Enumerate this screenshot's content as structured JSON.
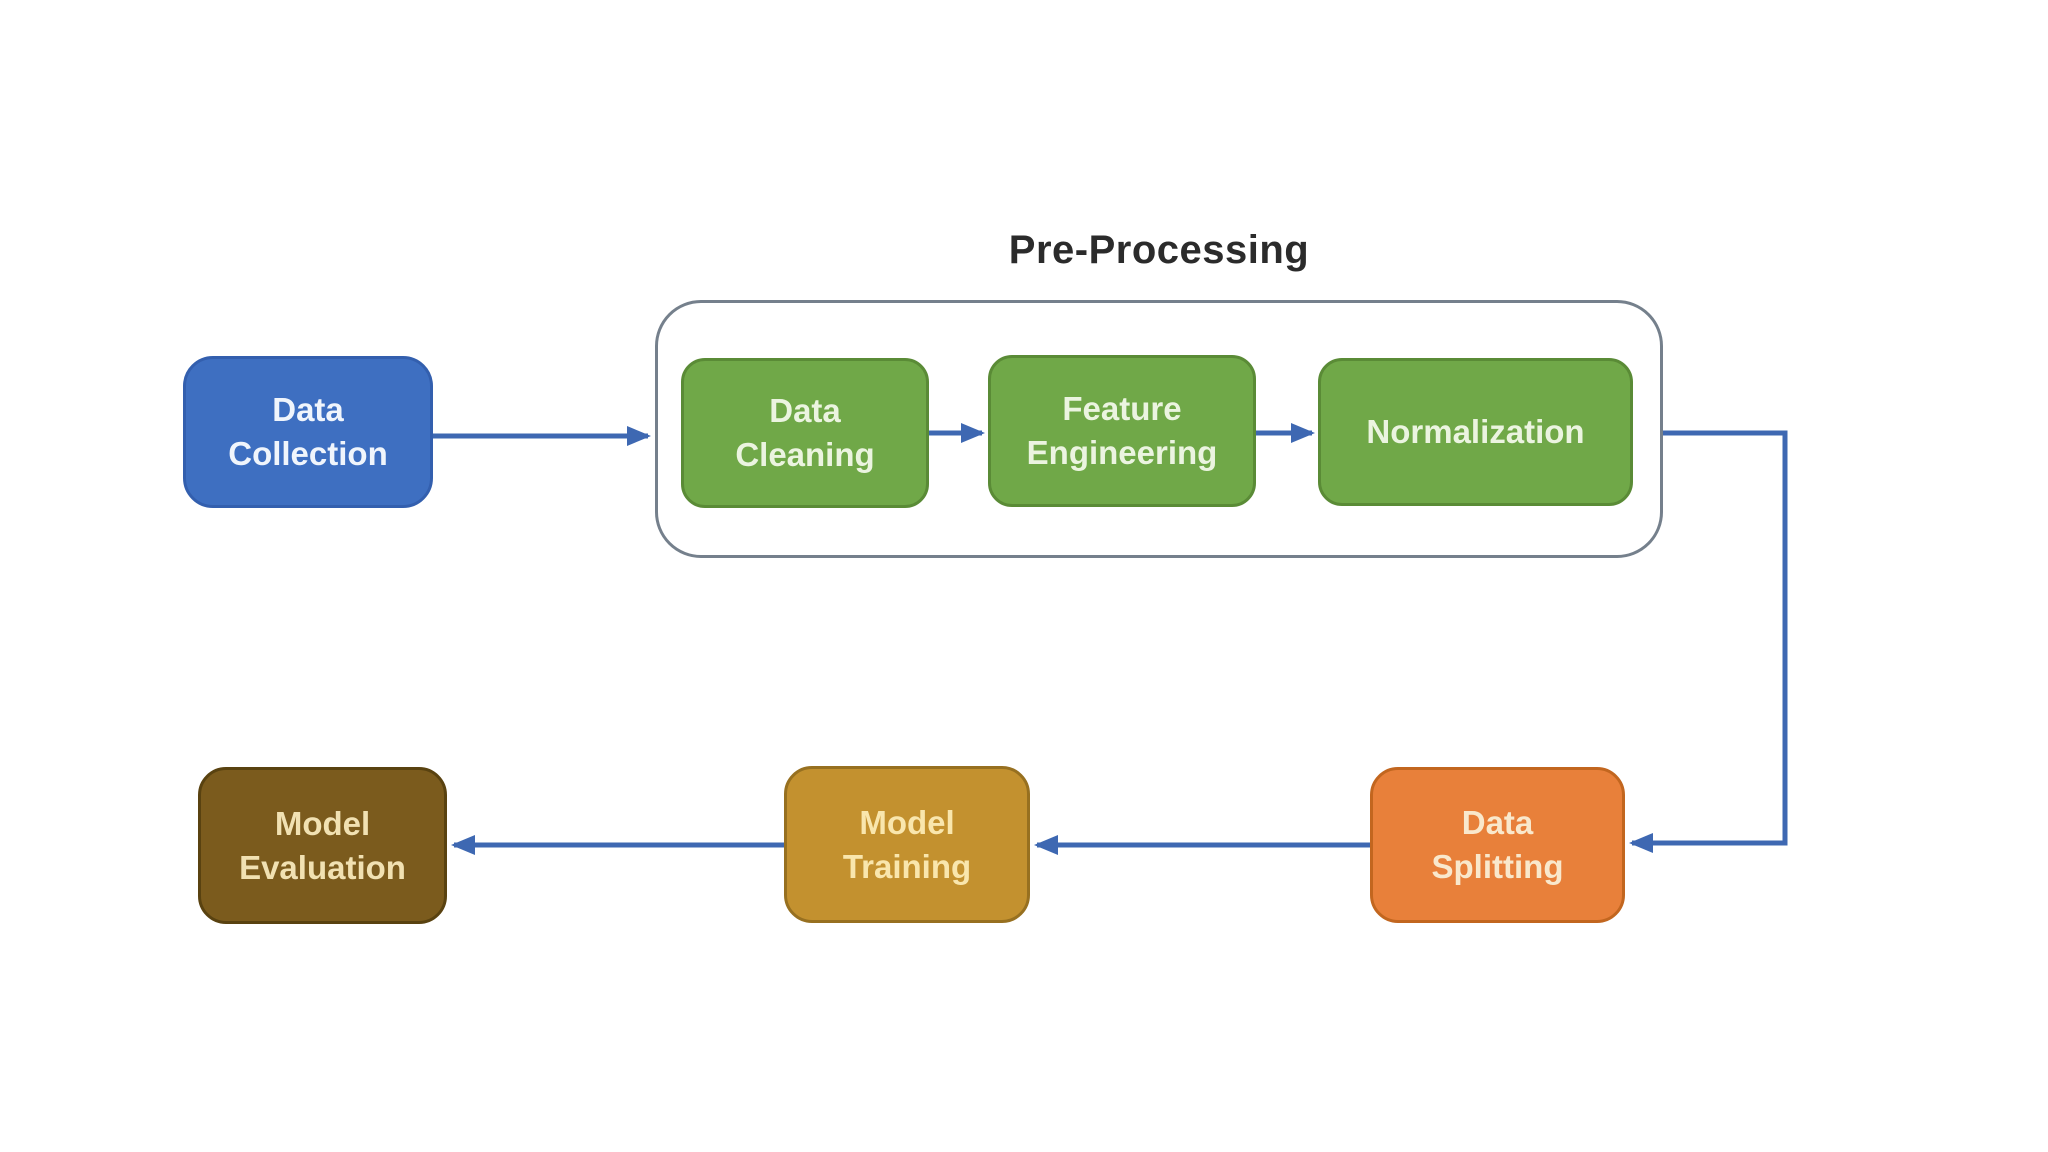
{
  "diagram": {
    "type": "flowchart",
    "background": "#ffffff",
    "arrow_color": "#3e68b2",
    "group": {
      "label": "Pre-Processing",
      "border_color": "#75808c",
      "members": [
        "Data Cleaning",
        "Feature Engineering",
        "Normalization"
      ]
    },
    "nodes": {
      "data_collection": {
        "label": "Data Collection",
        "color": "#3e6fc1",
        "text_color": "#f0f5fc"
      },
      "data_cleaning": {
        "label": "Data Cleaning",
        "color": "#70a848",
        "text_color": "#ebf4e0"
      },
      "feature_engineering": {
        "label": "Feature Engineering",
        "color": "#70a848",
        "text_color": "#ebf4e0"
      },
      "normalization": {
        "label": "Normalization",
        "color": "#70a848",
        "text_color": "#ebf4e0"
      },
      "data_splitting": {
        "label": "Data Splitting",
        "color": "#e8803a",
        "text_color": "#f9e8cc"
      },
      "model_training": {
        "label": "Model Training",
        "color": "#c3912f",
        "text_color": "#f9e6ad"
      },
      "model_evaluation": {
        "label": "Model Evaluation",
        "color": "#7b5b1d",
        "text_color": "#f1e1b2"
      }
    },
    "edges": [
      {
        "from": "Data Collection",
        "to": "Pre-Processing group"
      },
      {
        "from": "Data Cleaning",
        "to": "Feature Engineering"
      },
      {
        "from": "Feature Engineering",
        "to": "Normalization"
      },
      {
        "from": "Pre-Processing group",
        "to": "Data Splitting"
      },
      {
        "from": "Data Splitting",
        "to": "Model Training"
      },
      {
        "from": "Model Training",
        "to": "Model Evaluation"
      }
    ]
  }
}
